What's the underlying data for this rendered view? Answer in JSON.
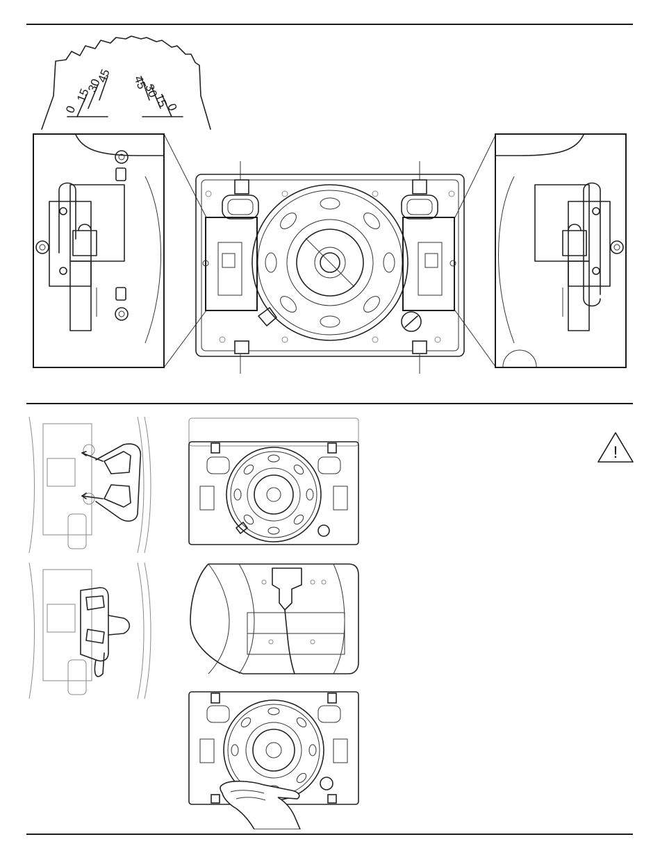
{
  "dial": {
    "left_labels": [
      "0",
      "15",
      "30",
      "45"
    ],
    "right_labels": [
      "45",
      "30",
      "15",
      "0"
    ]
  },
  "warning": {
    "icon": "warning-triangle-icon",
    "symbol": "!"
  },
  "figures": {
    "top": [
      "angle-dial",
      "left-bracket-detail",
      "speaker-front-view",
      "right-bracket-detail"
    ],
    "bottom": [
      "clip-insert-step",
      "speaker-front-with-clips",
      "clip-locked-step",
      "speaker-side-cable",
      "speaker-hand-removal"
    ]
  }
}
